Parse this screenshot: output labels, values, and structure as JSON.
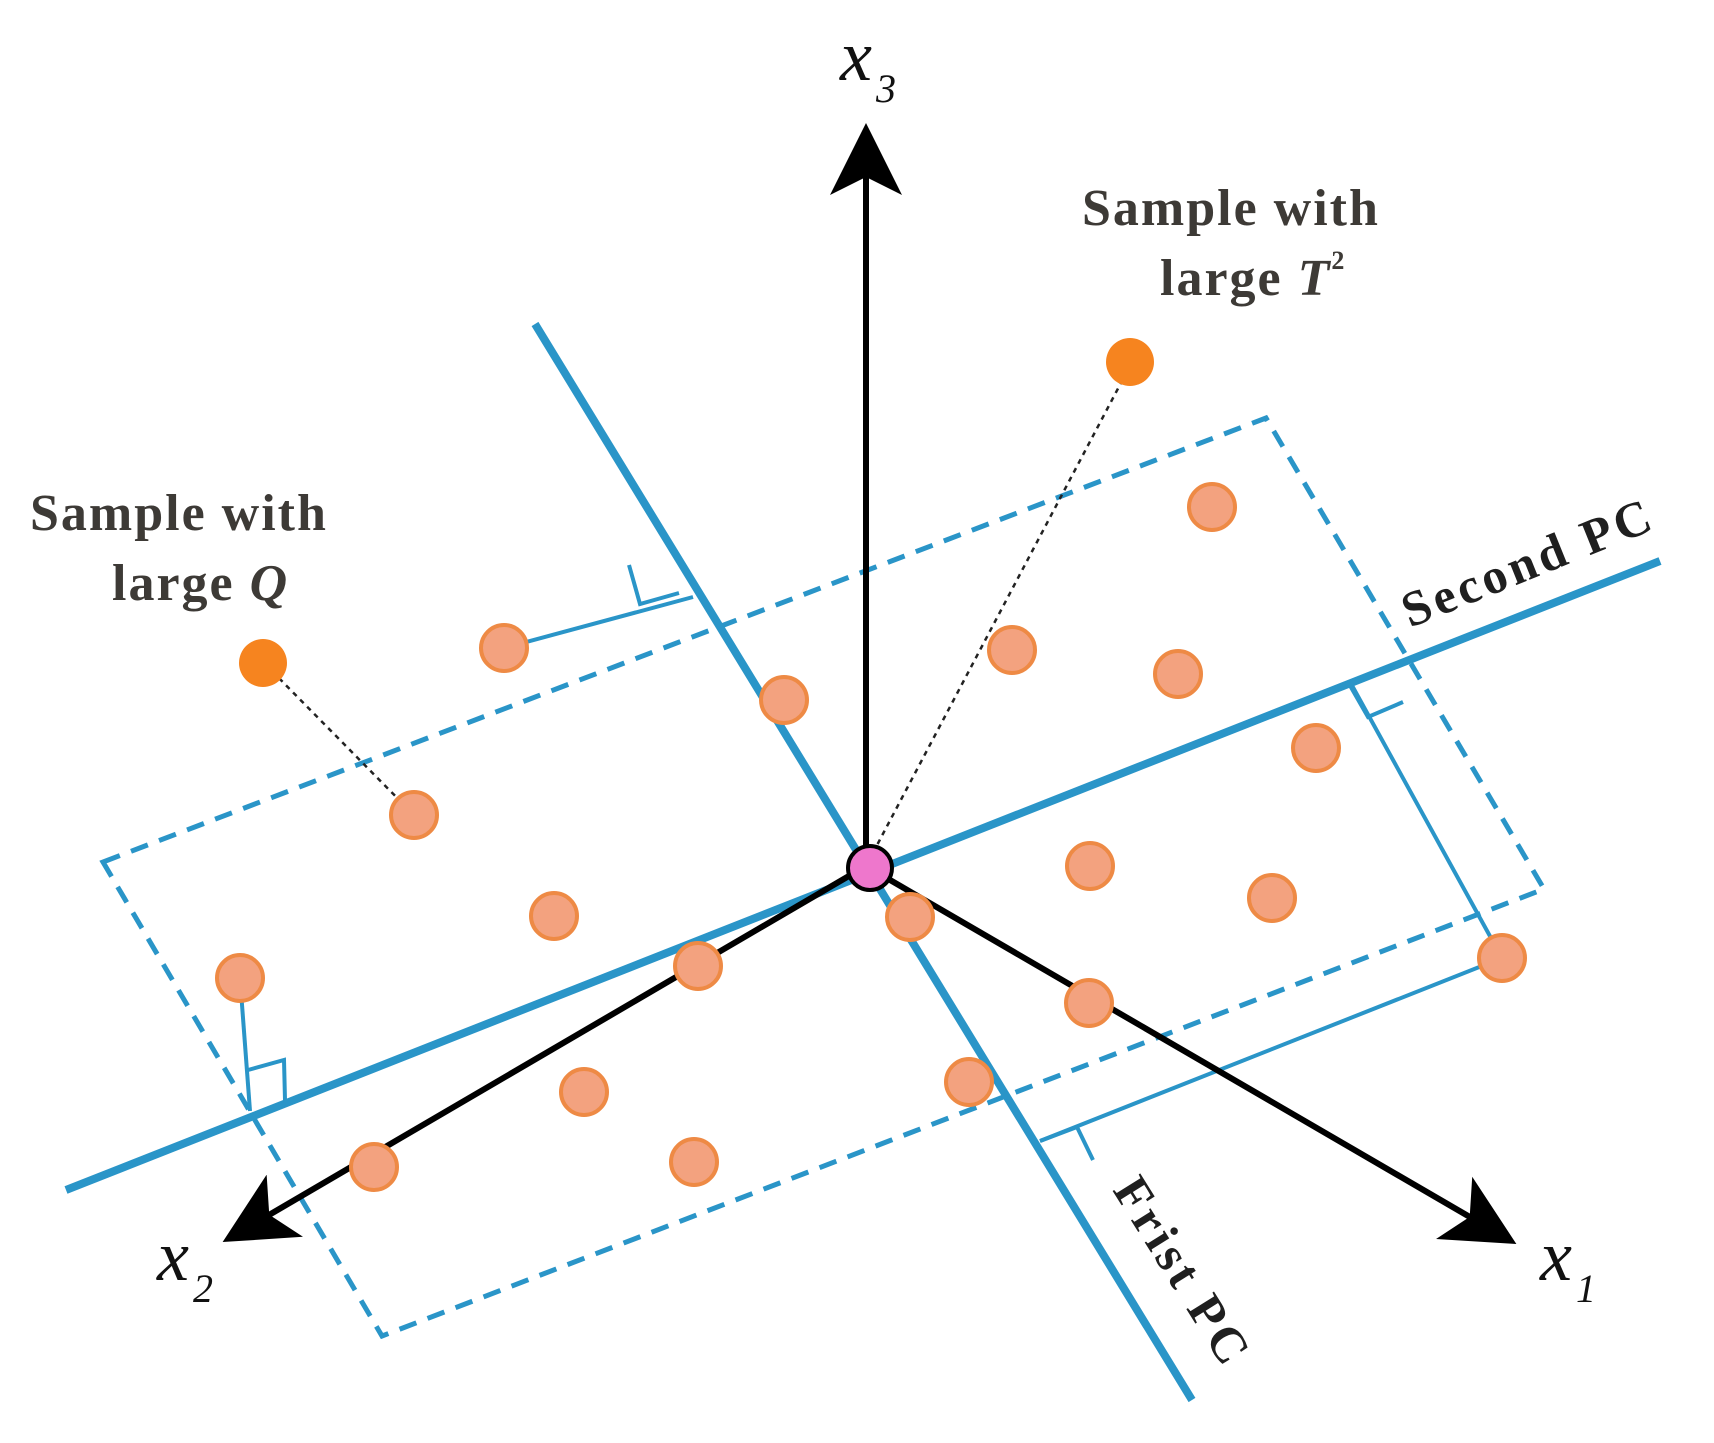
{
  "colors": {
    "pc_line": "#2a95c8",
    "axis": "#000000",
    "sample_fill": "#f3a27f",
    "sample_stroke": "#ee8a45",
    "outlier_fill": "#f6841f",
    "origin_fill": "#ee77cc",
    "label_text": "#3d3a36"
  },
  "axes": {
    "x1": {
      "symbol": "x",
      "subscript": "1"
    },
    "x2": {
      "symbol": "x",
      "subscript": "2"
    },
    "x3": {
      "symbol": "x",
      "subscript": "3"
    }
  },
  "principal_components": {
    "first": "Frist PC",
    "second": "Second PC"
  },
  "annotations": {
    "large_q": {
      "line1": "Sample with",
      "line2_prefix": "large ",
      "line2_symbol": "Q"
    },
    "large_t2": {
      "line1": "Sample with",
      "line2_prefix": "large ",
      "line2_symbol": "T",
      "superscript": "2"
    }
  },
  "icons": {
    "axis_arrow": "arrow-head-icon",
    "right_angle": "right-angle-marker-icon"
  }
}
